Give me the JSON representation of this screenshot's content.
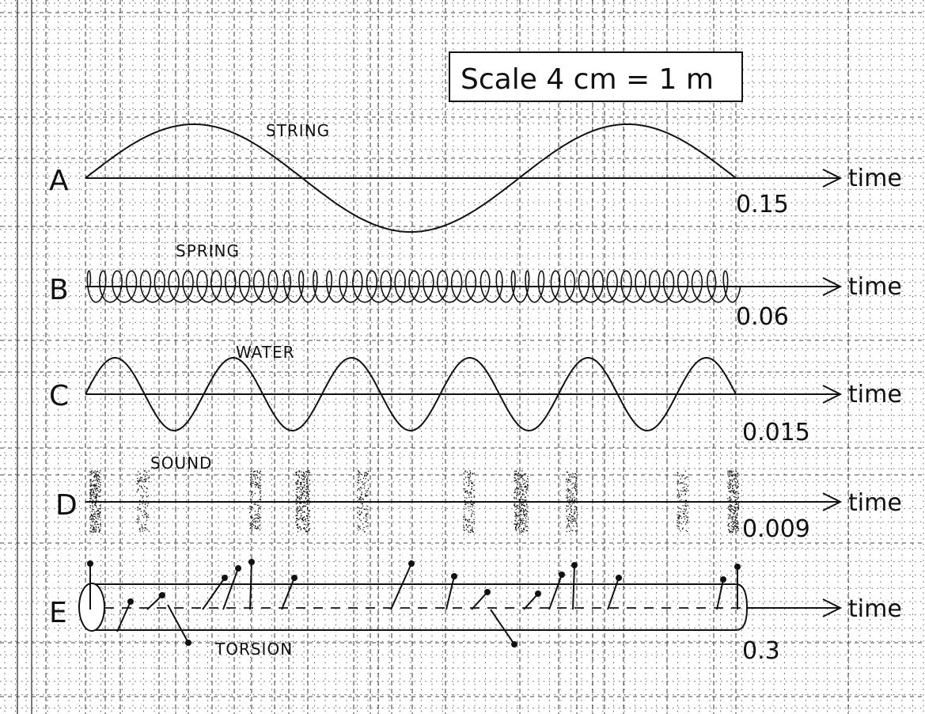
{
  "scale_label": "Scale  4 cm = 1 m",
  "rows": [
    {
      "id": "A",
      "letter": "A",
      "wave_name": "STRING",
      "axis_label": "time",
      "end_value": "0.15"
    },
    {
      "id": "B",
      "letter": "B",
      "wave_name": "SPRING",
      "axis_label": "time",
      "end_value": "0.06"
    },
    {
      "id": "C",
      "letter": "C",
      "wave_name": "WATER",
      "axis_label": "time",
      "end_value": "0.015"
    },
    {
      "id": "D",
      "letter": "D",
      "wave_name": "SOUND",
      "axis_label": "time",
      "end_value": "0.009"
    },
    {
      "id": "E",
      "letter": "E",
      "wave_name": "TORSION",
      "axis_label": "time",
      "end_value": "0.3"
    }
  ],
  "colors": {
    "ink": "#111111",
    "grid_dot": "#555555",
    "grid_dash": "#333333",
    "background": "#ffffff"
  }
}
